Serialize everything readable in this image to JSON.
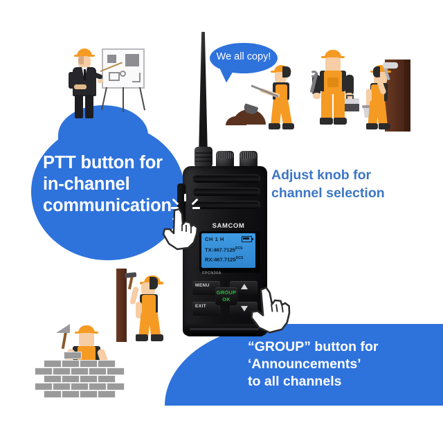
{
  "page": {
    "title": "SAMCOM two-way radio feature callout infographic",
    "background_color": "#FFFFFF",
    "accent_blue": "#2E72DC",
    "text_blue": "#3C76C4",
    "white": "#FFFFFF",
    "helmet_orange": "#F59A23",
    "lcd_blue": "#3F9BE2",
    "group_green": "#22C032"
  },
  "callouts": {
    "ptt": {
      "text": "PTT button for\nin-channel\ncommunication",
      "shape": "blue-circle",
      "text_color": "#FFFFFF"
    },
    "knob": {
      "text": "Adjust knob for\nchannel selection",
      "shape": "plain-white",
      "text_color": "#3C76C4"
    },
    "group": {
      "text": "“GROUP”  button for\n‘Announcements’\nto all channels",
      "shape": "blue-curved-panel",
      "text_color": "#FFFFFF"
    }
  },
  "speech_bubble": {
    "text": "We all copy!",
    "fill": "#2E72DC",
    "text_color": "#FFFFFF"
  },
  "radio": {
    "brand": "SAMCOM",
    "model": "FPCN30A",
    "antenna": "tapered-whip-antenna",
    "knobs": [
      {
        "name": "volume-power-knob"
      },
      {
        "name": "channel-selector-knob"
      }
    ],
    "display": {
      "channel": "CH 1  H",
      "tx_label": "TX:",
      "tx_freq": "467.7125",
      "tx_tone": "DCS",
      "rx_label": "RX:",
      "rx_freq": "467.7125",
      "rx_tone": "DCS",
      "battery_icon": "battery-icon"
    },
    "keys": {
      "menu": "MENU",
      "exit": "EXIT",
      "up": "up-arrow-icon",
      "down": "down-arrow-icon",
      "group_line1": "GROUP",
      "group_line2": "OK"
    },
    "ptt_button": "push-to-talk-button",
    "side_button": "side-function-button",
    "battery_pack": "battery-pack"
  },
  "cursors": [
    {
      "name": "hand-cursor-ptt",
      "target": "ptt-button",
      "has_click_rays": true
    },
    {
      "name": "hand-cursor-group",
      "target": "group-ok-button",
      "has_click_rays": false
    }
  ],
  "illustrations": [
    {
      "name": "supervisor-presenting-blueprint",
      "description": "man in suit and hard hat pointing at plan board on tripod easel"
    },
    {
      "name": "worker-digging-with-shovel",
      "description": "worker shovelling a pile of dirt"
    },
    {
      "name": "worker-with-wrench-and-toolbox",
      "description": "worker holding wrench and toolbox"
    },
    {
      "name": "worker-painting-with-roller",
      "description": "worker rolling paint on a wall holding a bucket"
    },
    {
      "name": "worker-hammering-post",
      "description": "worker hammering a nail into a wooden post"
    },
    {
      "name": "bricklayer-with-trowel",
      "description": "worker laying a grey brick wall with a trowel"
    }
  ]
}
